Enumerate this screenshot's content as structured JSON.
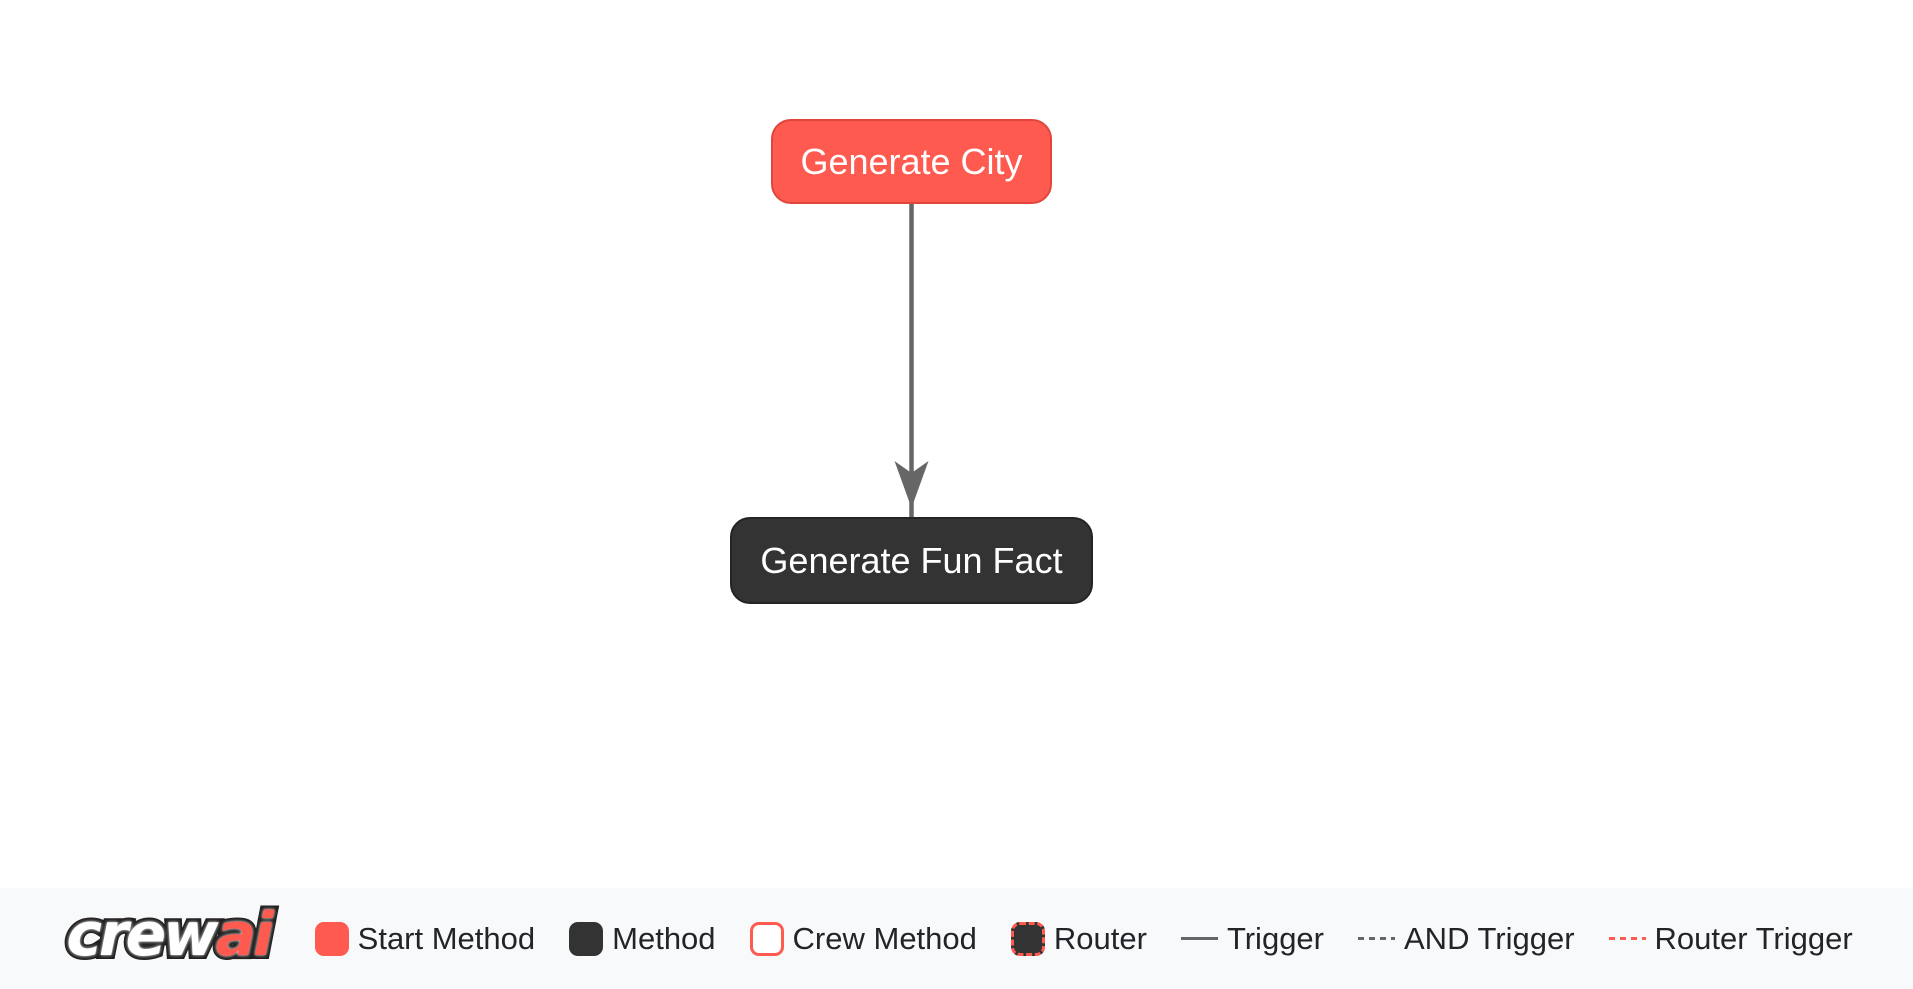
{
  "flow": {
    "nodes": [
      {
        "id": "generate_city",
        "label": "Generate City",
        "type": "start-method",
        "color": "#FF5A50"
      },
      {
        "id": "generate_fun_fact",
        "label": "Generate Fun Fact",
        "type": "method",
        "color": "#333333"
      }
    ],
    "edges": [
      {
        "from": "generate_city",
        "to": "generate_fun_fact",
        "type": "trigger",
        "color": "#666666"
      }
    ]
  },
  "legend": {
    "logo_crew": "crew",
    "logo_ai": "ai",
    "items": [
      {
        "label": "Start Method",
        "swatch": "start-square-red"
      },
      {
        "label": "Method",
        "swatch": "dark-square"
      },
      {
        "label": "Crew Method",
        "swatch": "white-square-red-border"
      },
      {
        "label": "Router",
        "swatch": "dark-square-red-dashed-border"
      },
      {
        "label": "Trigger",
        "swatch": "solid-gray-line"
      },
      {
        "label": "AND Trigger",
        "swatch": "dashed-gray-line"
      },
      {
        "label": "Router Trigger",
        "swatch": "dashed-red-line"
      }
    ]
  },
  "colors": {
    "accent": "#FF5A50",
    "method": "#333333",
    "edge": "#666666",
    "canvas_bg": "#FFFFFF",
    "legend_bg": "#F8F9FA",
    "legend_text": "#212529",
    "node_text": "#FFFFFF"
  }
}
